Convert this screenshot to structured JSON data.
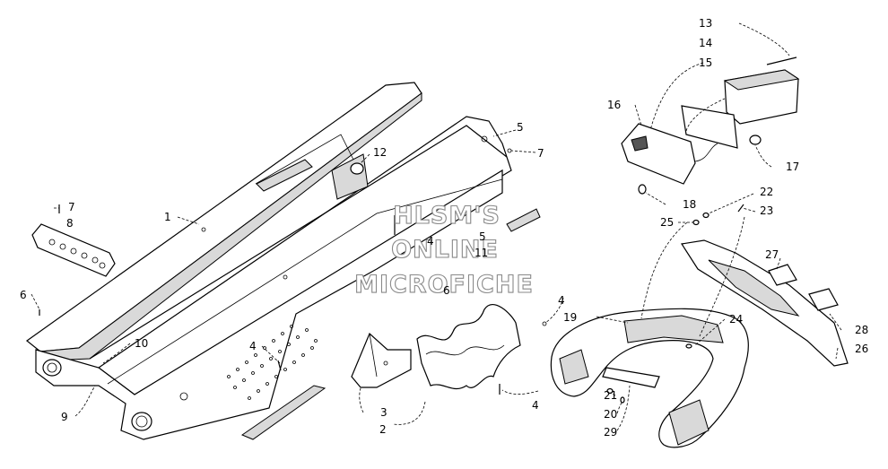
{
  "watermark": {
    "line1": "HLSM'S",
    "line2": "ONLINE",
    "line3": "MICROFICHE"
  },
  "callouts": {
    "c1": "1",
    "c2": "2",
    "c3": "3",
    "c4a": "4",
    "c4b": "4",
    "c4c": "4",
    "c4d": "4",
    "c5a": "5",
    "c5b": "5",
    "c6a": "6",
    "c6b": "6",
    "c7a": "7",
    "c7b": "7",
    "c8": "8",
    "c9": "9",
    "c10": "10",
    "c11": "11",
    "c12": "12",
    "c13": "13",
    "c14": "14",
    "c15": "15",
    "c16": "16",
    "c17": "17",
    "c18": "18",
    "c19": "19",
    "c20": "20",
    "c21": "21",
    "c22": "22",
    "c23": "23",
    "c24": "24",
    "c25": "25",
    "c26": "26",
    "c27": "27",
    "c28": "28",
    "c29": "29"
  }
}
